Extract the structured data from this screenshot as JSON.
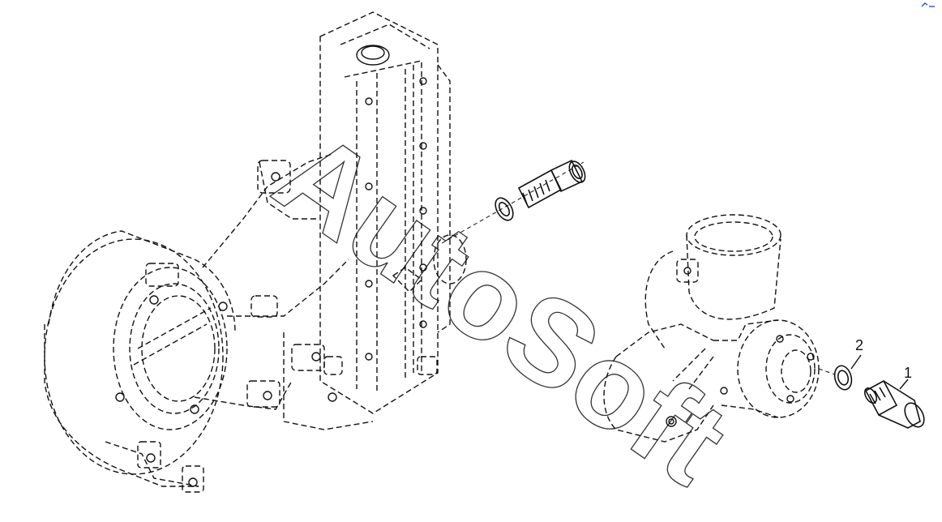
{
  "watermark": "AutoSoft",
  "callouts": {
    "part1": "1",
    "part2": "2"
  },
  "colors": {
    "line": "#111111",
    "background": "#ffffff",
    "corner_mark": "#3a5bd0"
  }
}
